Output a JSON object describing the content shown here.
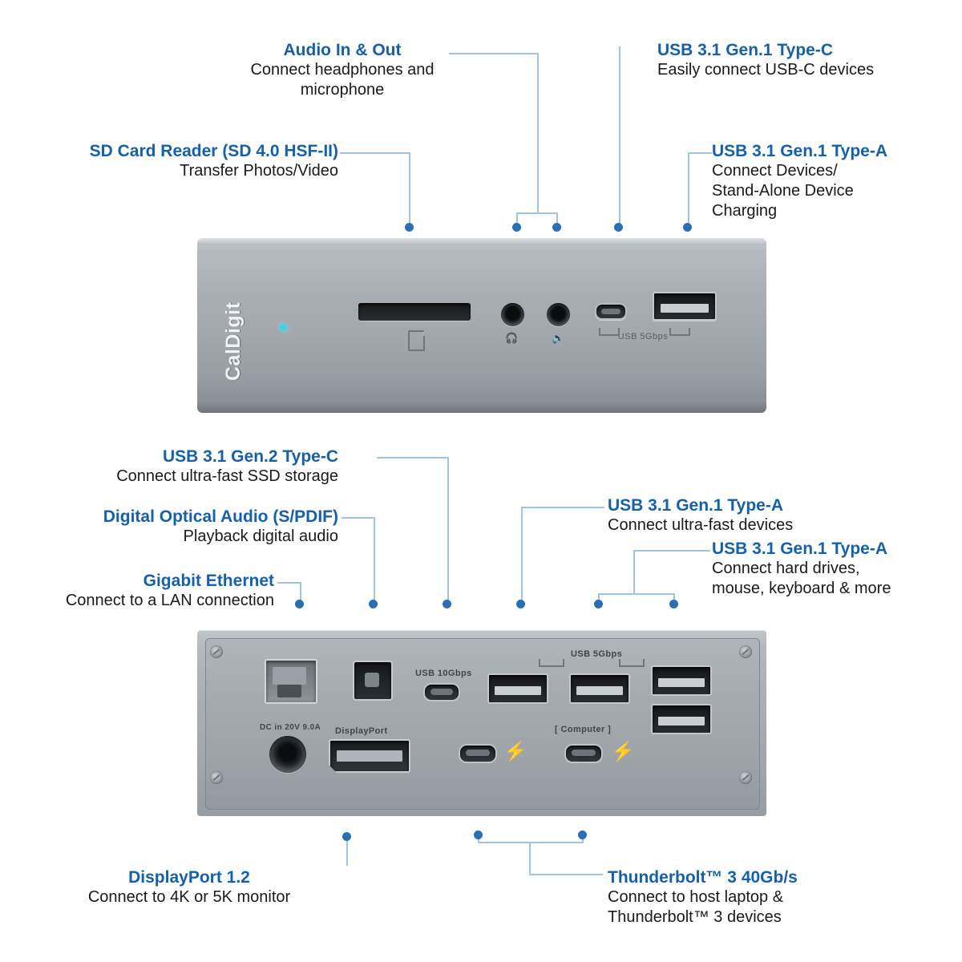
{
  "device": {
    "brand": "CalDigit",
    "front": {
      "labels": {
        "usb_5gbps": "USB 5Gbps",
        "headphone_icon": "headphone-icon",
        "microphone_icon": "microphone-icon",
        "sd_slot": "sd-card-slot",
        "led": "power-led"
      }
    },
    "rear": {
      "labels": {
        "power_input": "DC in 20V 9.0A",
        "displayport": "DisplayPort",
        "usb_10gbps": "USB 10Gbps",
        "usb_5gbps": "USB 5Gbps",
        "computer": "[ Computer ]"
      }
    }
  },
  "callouts": [
    {
      "id": "audio-in-out",
      "title": "Audio In & Out",
      "desc": "Connect headphones and microphone"
    },
    {
      "id": "usb31-gen1-type-c",
      "title": "USB 3.1 Gen.1 Type-C",
      "desc": "Easily connect USB-C devices"
    },
    {
      "id": "sd-card-reader",
      "title": "SD Card Reader (SD 4.0 HSF-II)",
      "desc": "Transfer Photos/Video"
    },
    {
      "id": "usb31-gen1-type-a-front",
      "title": "USB 3.1 Gen.1 Type-A",
      "desc": "Connect Devices/ Stand-Alone Device Charging",
      "desc_lines": [
        "Connect Devices/",
        "Stand-Alone Device",
        "Charging"
      ]
    },
    {
      "id": "usb31-gen2-type-c",
      "title": "USB 3.1 Gen.2 Type-C",
      "desc": "Connect ultra-fast SSD storage"
    },
    {
      "id": "digital-optical-audio",
      "title": "Digital Optical Audio (S/PDIF)",
      "desc": "Playback digital audio"
    },
    {
      "id": "gigabit-ethernet",
      "title": "Gigabit Ethernet",
      "desc": "Connect to a LAN connection"
    },
    {
      "id": "usb31-gen1-type-a-rear-1",
      "title": "USB 3.1 Gen.1 Type-A",
      "desc": "Connect ultra-fast devices"
    },
    {
      "id": "usb31-gen1-type-a-rear-2",
      "title": "USB 3.1 Gen.1 Type-A",
      "desc": "Connect hard drives, mouse, keyboard & more",
      "desc_lines": [
        "Connect hard drives,",
        "mouse, keyboard & more"
      ]
    },
    {
      "id": "displayport-12",
      "title": "DisplayPort 1.2",
      "desc": "Connect to 4K or 5K monitor"
    },
    {
      "id": "thunderbolt-3",
      "title": "Thunderbolt™ 3 40Gb/s",
      "desc": "Connect to host laptop & Thunderbolt™ 3 devices",
      "desc_lines": [
        "Connect to host laptop &",
        "Thunderbolt™ 3 devices"
      ]
    }
  ],
  "colors": {
    "title": "#1560ad",
    "desc": "#1a1a1a",
    "leader": "#9fc3e4",
    "dot": "#2a6fb5",
    "led": "#35d6e8"
  }
}
